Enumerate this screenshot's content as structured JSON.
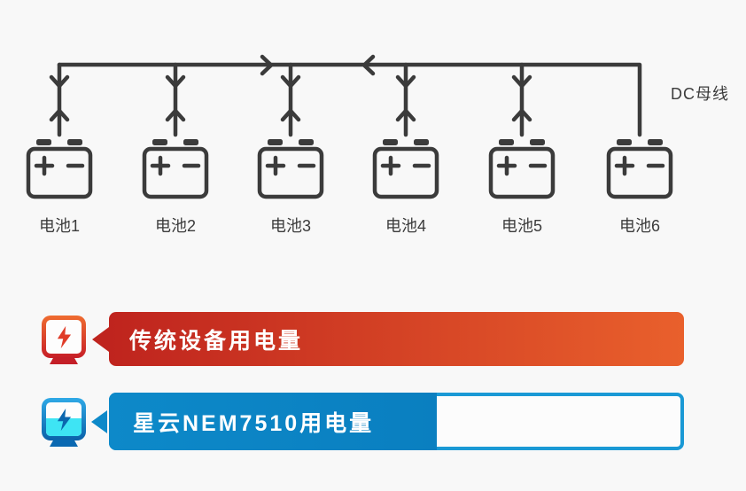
{
  "page": {
    "background_color": "#f8f8f8",
    "line_color": "#3b3b3b"
  },
  "diagram": {
    "bus_label": "DC母线",
    "bus_arrows": [
      "right",
      "left"
    ],
    "branch_arrows": "bidirectional (down and up chevrons on each branch)",
    "batteries": [
      {
        "label": "电池1"
      },
      {
        "label": "电池2"
      },
      {
        "label": "电池3"
      },
      {
        "label": "电池4"
      },
      {
        "label": "电池5"
      },
      {
        "label": "电池6"
      }
    ]
  },
  "comparison": {
    "bars": [
      {
        "id": "traditional",
        "label": "传统设备用电量",
        "icon": "monitor-lightning-red-icon",
        "fill_percent": 100,
        "gradient_start": "#bf241e",
        "gradient_end": "#e9602c"
      },
      {
        "id": "nebula",
        "label": "星云NEM7510用电量",
        "icon": "monitor-lightning-blue-icon",
        "fill_percent": 56,
        "gradient_start": "#0d89c9",
        "gradient_end": "#0a7fc0",
        "track_border_color": "#1a99d5"
      }
    ]
  }
}
